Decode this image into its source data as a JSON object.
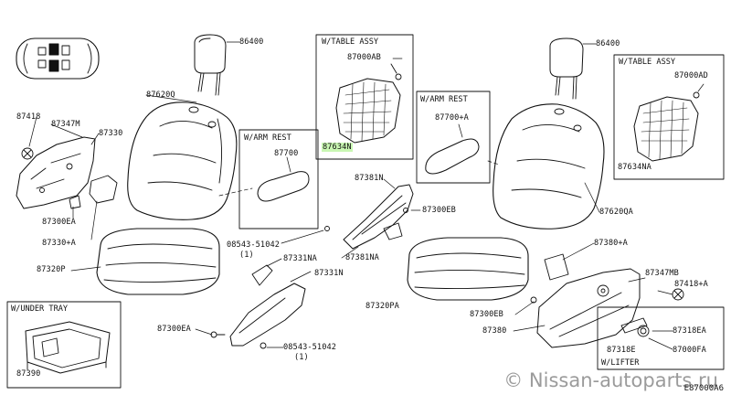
{
  "labels": {
    "l86400a": "86400",
    "l87620q": "87620Q",
    "l87418a": "87418",
    "l87347m": "87347M",
    "l87330": "87330",
    "l87300ea1": "87300EA",
    "l87330a": "87330+A",
    "l87320p": "87320P",
    "l87700": "87700",
    "l08543a": "08543-51042",
    "l08543a_n": "(1)",
    "l87331na": "87331NA",
    "l87331n": "87331N",
    "l87300ea2": "87300EA",
    "l08543b": "08543-51042",
    "l08543b_n": "(1)",
    "l87390": "87390",
    "l87000ab": "87000AB",
    "l87634n": "87634N",
    "l87700a": "87700+A",
    "l87381n": "87381N",
    "l87300eb1": "87300EB",
    "l87381na": "87381NA",
    "l87320pa": "87320PA",
    "l87300eb2": "87300EB",
    "l87380": "87380",
    "l86400b": "86400",
    "l87000ad": "87000AD",
    "l87634na": "87634NA",
    "l87620qa": "87620QA",
    "l87380a": "87380+A",
    "l87347mb": "87347MB",
    "l87418a2": "87418+A",
    "l87318ea": "87318EA",
    "l87318e": "87318E",
    "l87000fa": "87000FA"
  },
  "boxes": {
    "table_assy_1": "W/TABLE ASSY",
    "arm_rest_1": "W/ARM REST",
    "arm_rest_2": "W/ARM REST",
    "table_assy_2": "W/TABLE ASSY",
    "under_tray": "W/UNDER TRAY",
    "lifter": "W/LIFTER"
  },
  "watermark": "© Nissan-autoparts.ru",
  "figure_number": "E87000A6",
  "colors": {
    "highlight": "#c9f7b3",
    "line": "#111111"
  }
}
